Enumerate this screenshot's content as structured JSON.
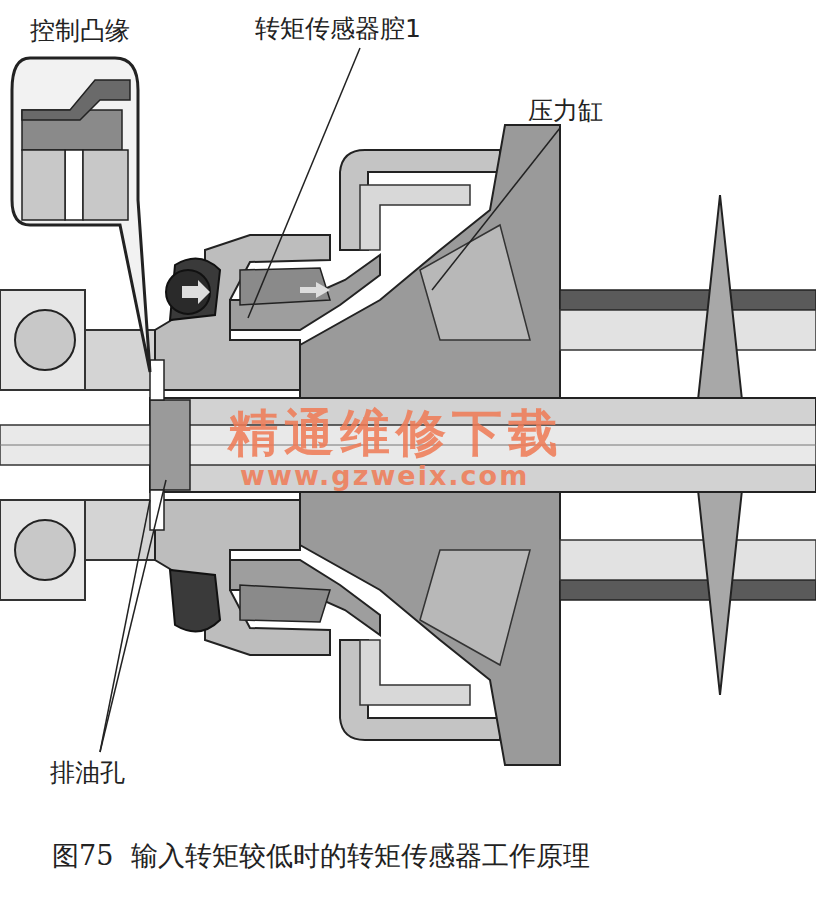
{
  "diagram": {
    "caption": "图75  输入转矩较低时的转矩传感器工作原理",
    "labels": [
      "控制凸缘",
      "转矩传感器腔1",
      "压力缸",
      "排油孔",
      "精通维修下载",
      "www.gzweix.com"
    ]
  }
}
